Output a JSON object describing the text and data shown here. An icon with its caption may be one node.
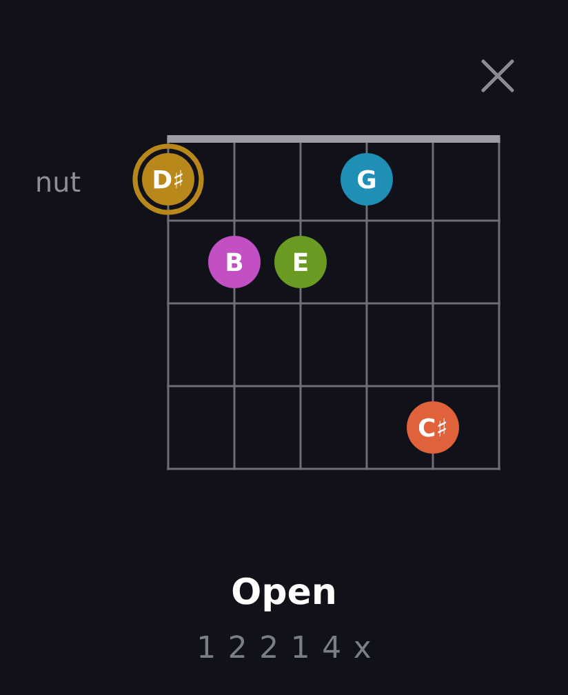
{
  "diagram": {
    "title": "Open",
    "nodes": [
      {
        "text": [
          "D♯"
        ]
      },
      {
        "text": [
          "G"
        ]
      },
      {
        "text": [
          "B"
        ]
      },
      {
        "text": [
          "E"
        ]
      },
      {
        "text": [
          "C♯"
        ]
      }
    ],
    "labels": [
      "nut",
      "1 2 2 1 4 x"
    ]
  }
}
